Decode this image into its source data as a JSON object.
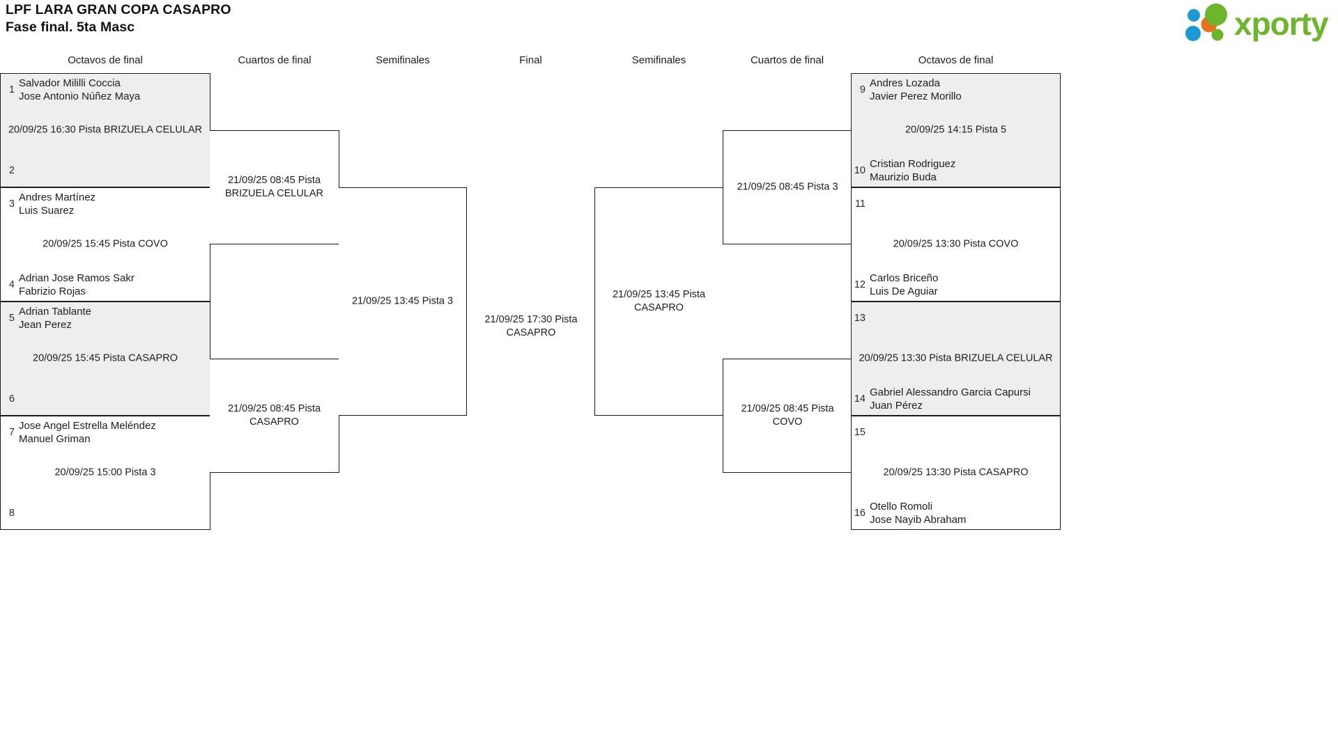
{
  "header": {
    "title_line1": "LPF LARA GRAN COPA CASAPRO",
    "title_line2": "Fase final. 5ta Masc",
    "logo_text": "xporty",
    "logo_colors": {
      "green": "#6cb52d",
      "orange": "#e8721c",
      "blue": "#1b9ad6"
    }
  },
  "rounds": {
    "left_r16": "Octavos de final",
    "left_qf": "Cuartos de final",
    "left_sf": "Semifinales",
    "final": "Final",
    "right_sf": "Semifinales",
    "right_qf": "Cuartos de final",
    "right_r16": "Octavos de final"
  },
  "colors": {
    "shaded_row": "#eeeeee",
    "border": "#1a1a1a",
    "text": "#1d1d1d",
    "page_background": "#ffffff"
  },
  "bracket": {
    "left_r16": [
      {
        "shaded": true,
        "top": {
          "seed": "1",
          "player1": "Salvador Mililli Coccia",
          "player2": "Jose Antonio Núñez Maya"
        },
        "bottom": {
          "seed": "2",
          "player1": "",
          "player2": ""
        },
        "match": "20/09/25 16:30 Pista BRIZUELA CELULAR"
      },
      {
        "shaded": false,
        "top": {
          "seed": "3",
          "player1": "Andres Martínez",
          "player2": "Luis Suarez"
        },
        "bottom": {
          "seed": "4",
          "player1": "Adrian Jose Ramos Sakr",
          "player2": "Fabrizio Rojas"
        },
        "match": "20/09/25 15:45 Pista COVO"
      },
      {
        "shaded": true,
        "top": {
          "seed": "5",
          "player1": "Adrian Tablante",
          "player2": "Jean Perez"
        },
        "bottom": {
          "seed": "6",
          "player1": "",
          "player2": ""
        },
        "match": "20/09/25 15:45 Pista CASAPRO"
      },
      {
        "shaded": false,
        "top": {
          "seed": "7",
          "player1": "Jose Angel Estrella Meléndez",
          "player2": "Manuel Griman"
        },
        "bottom": {
          "seed": "8",
          "player1": "",
          "player2": ""
        },
        "match": "20/09/25 15:00 Pista 3"
      }
    ],
    "right_r16": [
      {
        "shaded": true,
        "top": {
          "seed": "9",
          "player1": "Andres Lozada",
          "player2": "Javier Perez Morillo"
        },
        "bottom": {
          "seed": "10",
          "player1": "Cristian Rodriguez",
          "player2": "Maurizio Buda"
        },
        "match": "20/09/25 14:15 Pista 5"
      },
      {
        "shaded": false,
        "top": {
          "seed": "11",
          "player1": "",
          "player2": ""
        },
        "bottom": {
          "seed": "12",
          "player1": "Carlos Briceño",
          "player2": "Luis De Aguiar"
        },
        "match": "20/09/25 13:30 Pista COVO"
      },
      {
        "shaded": true,
        "top": {
          "seed": "13",
          "player1": "",
          "player2": ""
        },
        "bottom": {
          "seed": "14",
          "player1": "Gabriel Alessandro Garcia Capursi",
          "player2": "Juan Pérez"
        },
        "match": "20/09/25 13:30 Pista BRIZUELA CELULAR"
      },
      {
        "shaded": false,
        "top": {
          "seed": "15",
          "player1": "",
          "player2": ""
        },
        "bottom": {
          "seed": "16",
          "player1": "Otello Romoli",
          "player2": "Jose Nayib Abraham"
        },
        "match": "20/09/25 13:30 Pista CASAPRO"
      }
    ],
    "left_qf": [
      {
        "match": "21/09/25 08:45 Pista BRIZUELA CELULAR"
      },
      {
        "match": "21/09/25 08:45 Pista CASAPRO"
      }
    ],
    "right_qf": [
      {
        "match": "21/09/25 08:45 Pista 3"
      },
      {
        "match": "21/09/25 08:45 Pista COVO"
      }
    ],
    "left_sf": [
      {
        "match": "21/09/25 13:45 Pista 3"
      }
    ],
    "right_sf": [
      {
        "match": "21/09/25 13:45 Pista CASAPRO"
      }
    ],
    "final": {
      "match": "21/09/25 17:30 Pista CASAPRO"
    }
  }
}
